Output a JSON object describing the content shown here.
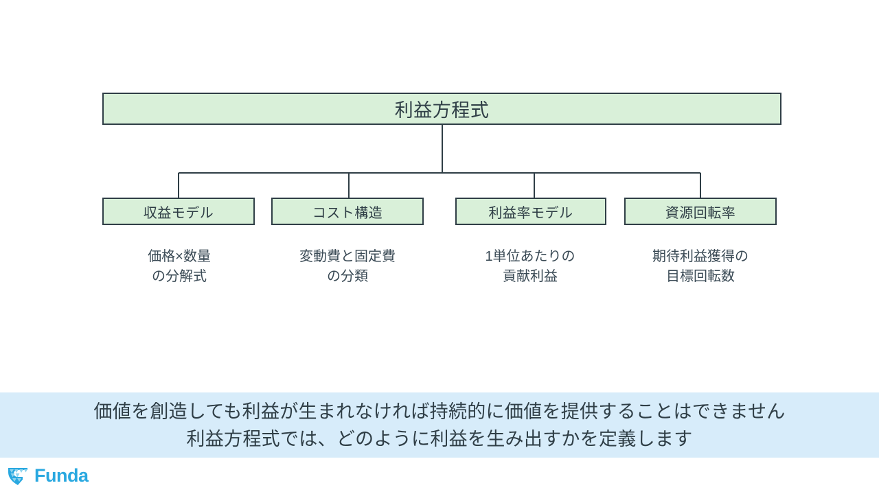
{
  "slide": {
    "background_color": "#ffffff",
    "diagram": {
      "type": "tree",
      "node_fill_color": "#d9f0d9",
      "node_border_color": "#2f3e46",
      "root": {
        "label": "利益方程式"
      },
      "children": [
        {
          "label": "収益モデル",
          "caption": "価格×数量\nの分解式"
        },
        {
          "label": "コスト構造",
          "caption": "変動費と固定費\nの分類"
        },
        {
          "label": "利益率モデル",
          "caption": "1単位あたりの\n貢献利益"
        },
        {
          "label": "資源回転率",
          "caption": "期待利益獲得の\n目標回転数"
        }
      ]
    },
    "banner": {
      "background_color": "#d7ecfa",
      "text_color": "#2f3e46",
      "lines": [
        "価値を創造しても利益が生まれなければ持続的に価値を提供することはできません",
        "利益方程式では、どのように利益を生み出すかを定義します"
      ]
    },
    "footer": {
      "logo_text": "Funda",
      "logo_color": "#29a8e0",
      "logo_icon": "gem-icon"
    }
  }
}
